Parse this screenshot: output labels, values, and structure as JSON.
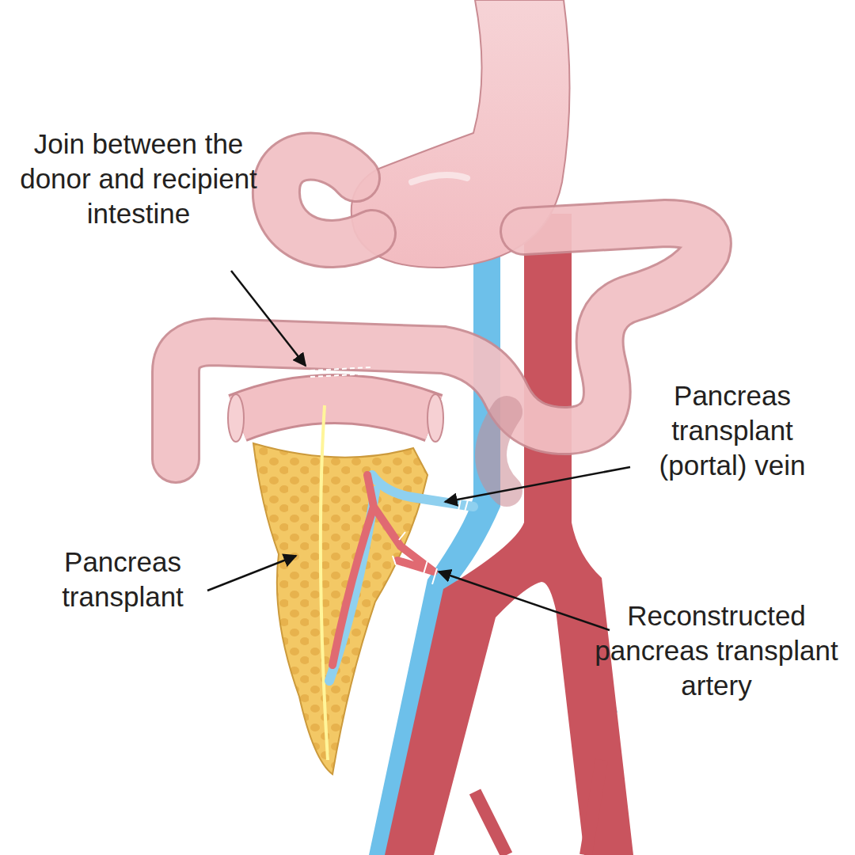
{
  "diagram": {
    "labels": [
      "Join between the donor and recipient intestine",
      "Pancreas transplant (portal) vein",
      "Pancreas transplant",
      "Reconstructed pancreas transplant artery"
    ]
  }
}
